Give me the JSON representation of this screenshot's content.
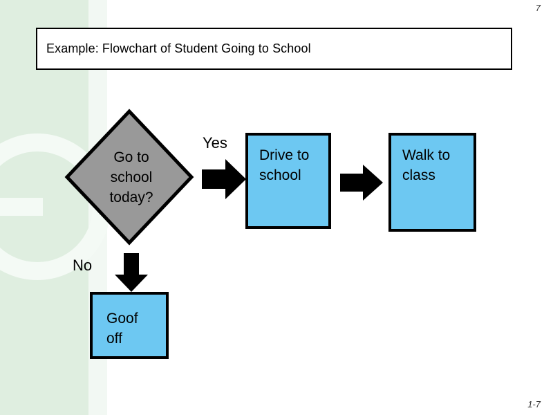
{
  "slide": {
    "page_number_top_right": "7",
    "page_number_bottom_right": "1-7",
    "title": "Example: Flowchart of Student Going to School"
  },
  "colors": {
    "background": "#ffffff",
    "band_green": "#dfeee0",
    "band_pale": "#f2f8f3",
    "ring": "#f4faf5",
    "decision_fill": "#999999",
    "process_fill": "#6dc8f2",
    "outline": "#000000",
    "arrow": "#000000"
  },
  "chart_data": {
    "type": "diagram",
    "title": "Example: Flowchart of Student Going to School",
    "nodes": [
      {
        "id": "decision",
        "shape": "diamond",
        "label": "Go to school today?",
        "lines": [
          "Go to",
          "school",
          "today?"
        ],
        "fill": "#999999"
      },
      {
        "id": "drive",
        "shape": "rectangle",
        "label": "Drive to school",
        "lines": [
          "Drive to",
          "school"
        ],
        "fill": "#6dc8f2"
      },
      {
        "id": "walk",
        "shape": "rectangle",
        "label": "Walk to class",
        "lines": [
          "Walk to",
          "class"
        ],
        "fill": "#6dc8f2"
      },
      {
        "id": "goof",
        "shape": "rectangle",
        "label": "Goof off",
        "lines": [
          "Goof",
          "off"
        ],
        "fill": "#6dc8f2"
      }
    ],
    "edges": [
      {
        "from": "decision",
        "to": "drive",
        "label": "Yes",
        "direction": "right"
      },
      {
        "from": "drive",
        "to": "walk",
        "label": "",
        "direction": "right"
      },
      {
        "from": "decision",
        "to": "goof",
        "label": "No",
        "direction": "down"
      }
    ]
  },
  "nodes": {
    "decision": {
      "line1": "Go to",
      "line2": "school",
      "line3": "today?"
    },
    "drive": {
      "line1": "Drive to",
      "line2": "school"
    },
    "walk": {
      "line1": "Walk to",
      "line2": "class"
    },
    "goof": {
      "line1": "Goof",
      "line2": "off"
    }
  },
  "labels": {
    "yes": "Yes",
    "no": "No"
  }
}
